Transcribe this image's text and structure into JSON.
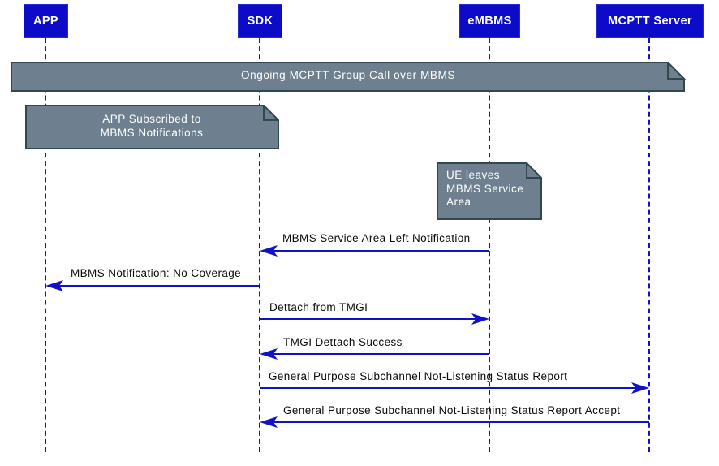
{
  "diagram_type": "uml-sequence-diagram",
  "participants": [
    {
      "label": "APP"
    },
    {
      "label": "SDK"
    },
    {
      "label": "eMBMS"
    },
    {
      "label": "MCPTT Server"
    }
  ],
  "banner": {
    "text": "Ongoing MCPTT Group Call over MBMS"
  },
  "notes": [
    {
      "lines": [
        "APP Subscribed to",
        "MBMS Notifications"
      ],
      "over": [
        "APP",
        "SDK"
      ]
    },
    {
      "lines": [
        "UE leaves",
        "MBMS Service",
        "Area"
      ],
      "over": [
        "eMBMS"
      ]
    }
  ],
  "messages": [
    {
      "label": "MBMS Service Area Left Notification",
      "from": "eMBMS",
      "to": "SDK",
      "direction": "left"
    },
    {
      "label": "MBMS Notification: No Coverage",
      "from": "SDK",
      "to": "APP",
      "direction": "left"
    },
    {
      "label": "Dettach from TMGI",
      "from": "SDK",
      "to": "eMBMS",
      "direction": "right"
    },
    {
      "label": "TMGI Dettach Success",
      "from": "eMBMS",
      "to": "SDK",
      "direction": "left"
    },
    {
      "label": "General Purpose Subchannel Not-Listening Status Report",
      "from": "SDK",
      "to": "MCPTT Server",
      "direction": "right"
    },
    {
      "label": "General Purpose Subchannel Not-Listening Status Report Accept",
      "from": "MCPTT Server",
      "to": "SDK",
      "direction": "left"
    }
  ],
  "colors": {
    "participant_fill": "#0b0bc8",
    "participant_border": "#2a2ad4",
    "note_fill": "#6e8090",
    "note_border": "#32484f",
    "arrow": "#1111c7",
    "lifeline": "#1111c7",
    "text_light": "#ffffff",
    "text_dark": "#0a0a0a",
    "background": "#ffffff"
  }
}
